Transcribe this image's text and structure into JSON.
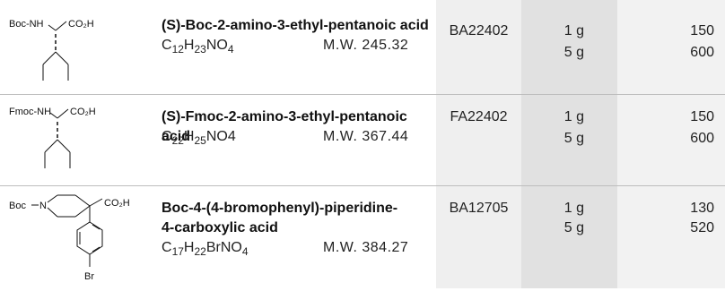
{
  "products": [
    {
      "name": "(S)-Boc-2-amino-3-ethyl-pentanoic acid",
      "formula_parts": [
        "C",
        "12",
        "H",
        "23",
        "NO",
        "4"
      ],
      "mw": "M.W. 245.32",
      "code": "BA22402",
      "sizes": [
        "1 g",
        "5 g"
      ],
      "prices": [
        "150",
        "600"
      ],
      "structure": {
        "protecting_group": "Boc-NH",
        "acid_group": "CO₂H"
      }
    },
    {
      "name": "(S)-Fmoc-2-amino-3-ethyl-pentanoic acid",
      "formula_parts": [
        "C",
        "22",
        "H",
        "25",
        "NO4",
        ""
      ],
      "mw": "M.W. 367.44",
      "code": "FA22402",
      "sizes": [
        "1 g",
        "5 g"
      ],
      "prices": [
        "150",
        "600"
      ],
      "structure": {
        "protecting_group": "Fmoc-NH",
        "acid_group": "CO₂H"
      }
    },
    {
      "name_lines": [
        "Boc-4-(4-bromophenyl)-piperidine-",
        "4-carboxylic acid"
      ],
      "formula_parts": [
        "C",
        "17",
        "H",
        "22",
        "BrNO",
        "4"
      ],
      "mw": "M.W. 384.27",
      "code": "BA12705",
      "sizes": [
        "1 g",
        "5 g"
      ],
      "prices": [
        "130",
        "520"
      ],
      "structure": {
        "protecting_group": "Boc",
        "nitrogen": "N",
        "acid_group": "CO₂H",
        "halogen": "Br"
      }
    }
  ]
}
